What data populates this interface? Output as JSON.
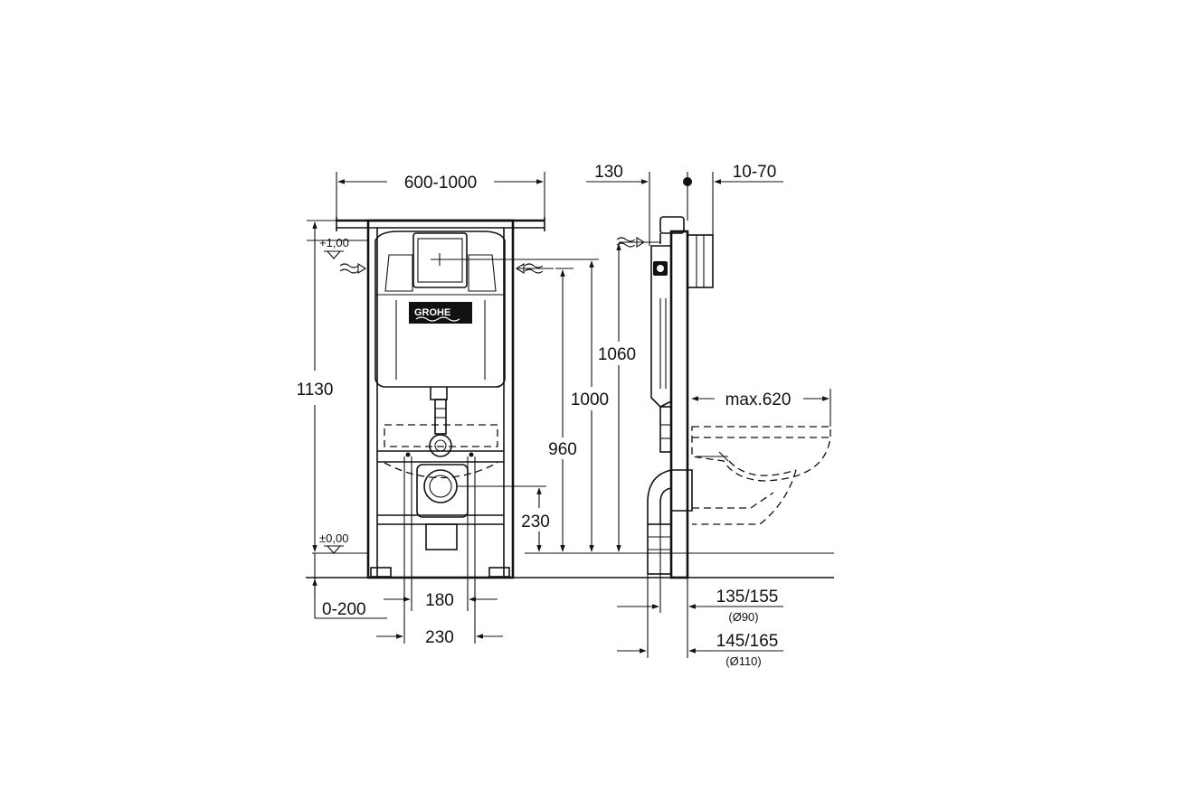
{
  "brand": "GROHE",
  "front_view": {
    "width_range": "600-1000",
    "height_total": "1130",
    "level_top": "+1,00",
    "level_floor": "±0,00",
    "dim_1060": "1060",
    "dim_1000": "1000",
    "dim_960": "960",
    "dim_230_vertical": "230",
    "dim_180": "180",
    "dim_230_horizontal": "230",
    "dim_floor_offset": "0-200"
  },
  "side_view": {
    "dim_130": "130",
    "dim_10_70": "10-70",
    "dim_max_projection": "max.620",
    "dim_135_155": "135/155",
    "dia_90": "(Ø90)",
    "dim_145_165": "145/165",
    "dia_110": "(Ø110)"
  },
  "colors": {
    "line": "#111111",
    "background": "#ffffff"
  }
}
